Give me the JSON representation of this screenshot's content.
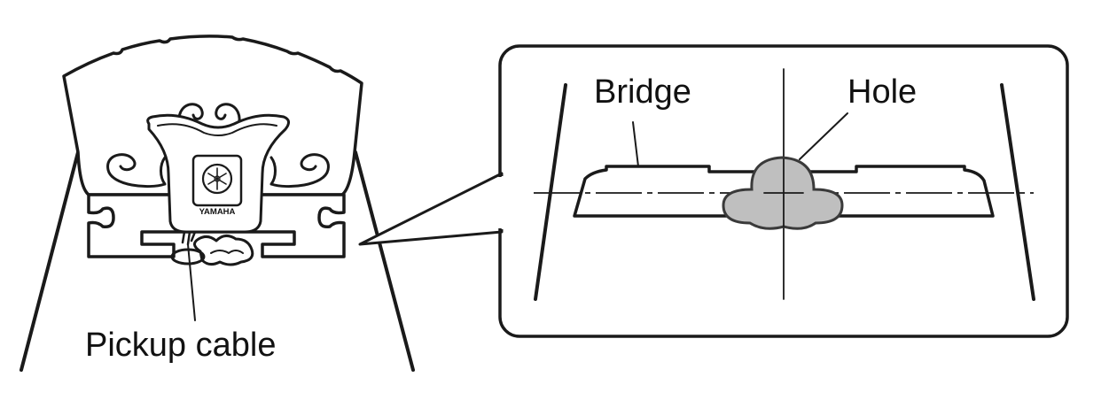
{
  "labels": {
    "pickup_cable": "Pickup cable",
    "bridge": "Bridge",
    "hole": "Hole",
    "brand": "YAMAHA"
  },
  "icons": {
    "brand_logo": "yamaha-tuning-fork-logo"
  },
  "colors": {
    "line": "#1a1a1a",
    "hole_fill": "#bfbfbf",
    "background": "#ffffff"
  }
}
